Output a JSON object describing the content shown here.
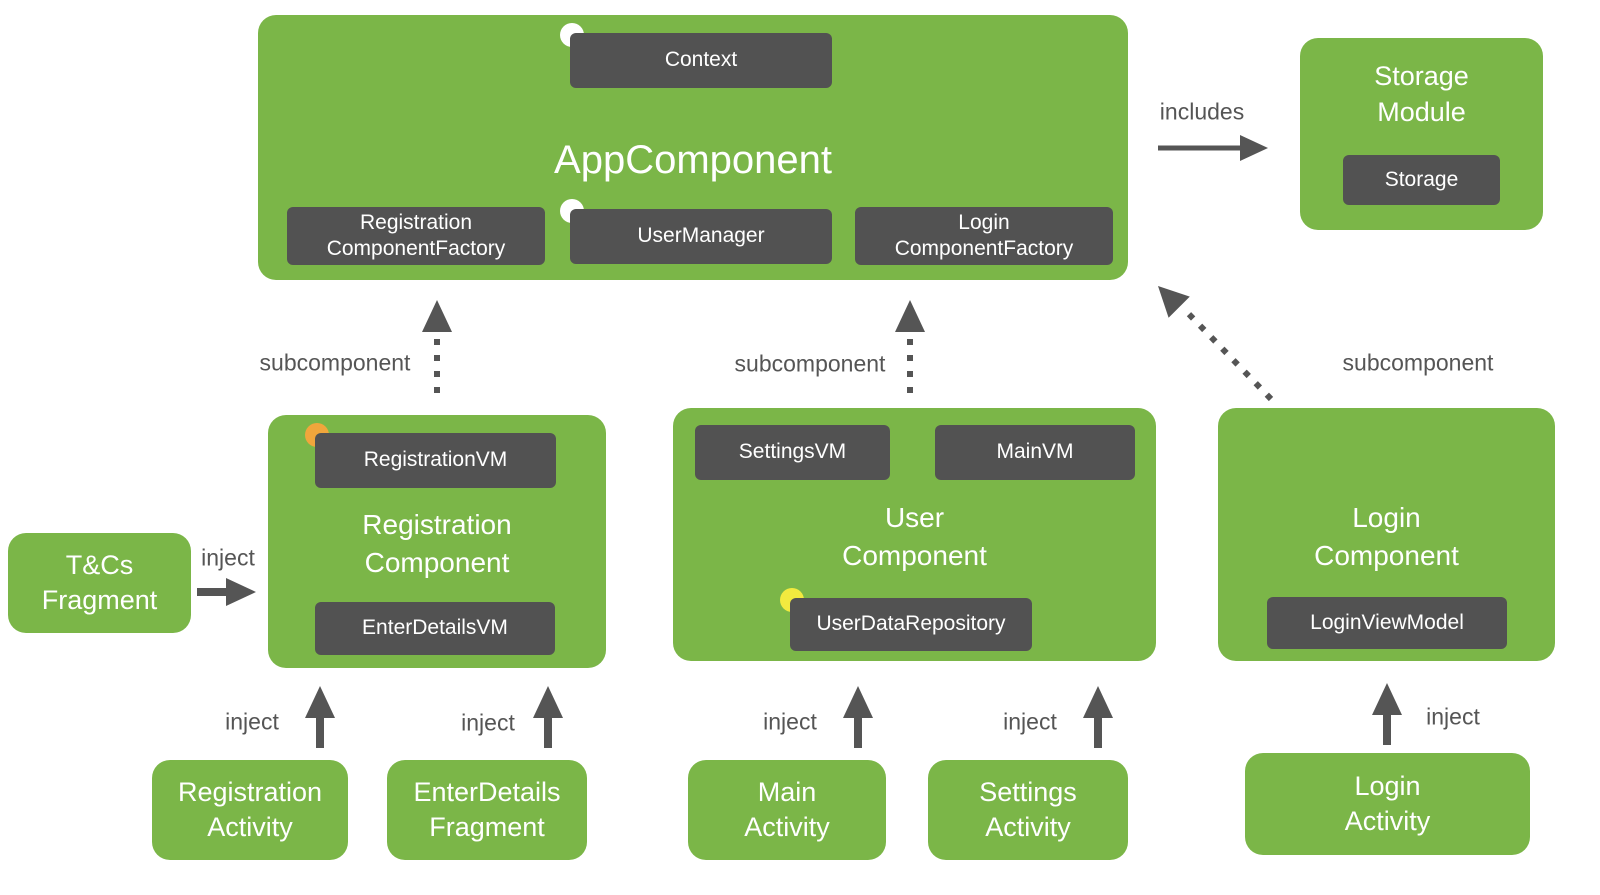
{
  "labels": {
    "includes": "includes",
    "subcomponent": "subcomponent",
    "inject": "inject"
  },
  "app_component": {
    "title": "AppComponent",
    "context": "Context",
    "registration_factory": "Registration\nComponentFactory",
    "user_manager": "UserManager",
    "login_factory": "Login\nComponentFactory"
  },
  "storage_module": {
    "title": "Storage\nModule",
    "storage": "Storage"
  },
  "registration_component": {
    "registration_vm": "RegistrationVM",
    "title": "Registration\nComponent",
    "enter_details_vm": "EnterDetailsVM"
  },
  "user_component": {
    "settings_vm": "SettingsVM",
    "main_vm": "MainVM",
    "title": "User\nComponent",
    "user_data_repository": "UserDataRepository"
  },
  "login_component": {
    "title": "Login\nComponent",
    "login_view_model": "LoginViewModel"
  },
  "tcs_fragment": {
    "title": "T&Cs\nFragment"
  },
  "registration_activity": {
    "title": "Registration\nActivity"
  },
  "enter_details_fragment": {
    "title": "EnterDetails\nFragment"
  },
  "main_activity": {
    "title": "Main\nActivity"
  },
  "settings_activity": {
    "title": "Settings\nActivity"
  },
  "login_activity": {
    "title": "Login\nActivity"
  },
  "colors": {
    "node_green": "#7bb648",
    "chip_gray": "#525252",
    "arrow_gray": "#555555",
    "dot_white": "#ffffff",
    "dot_orange": "#f0a63c",
    "dot_yellow": "#f2ea3f"
  }
}
